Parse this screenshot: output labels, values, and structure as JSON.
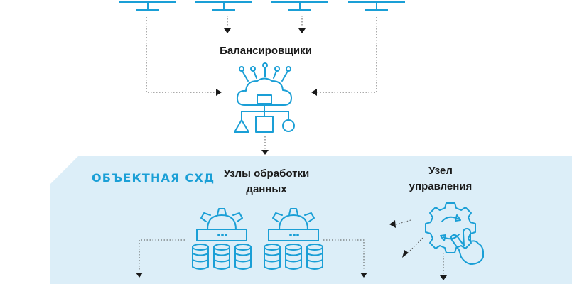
{
  "labels": {
    "balancers": "Балансировщики",
    "storage_title": "ОБЪЕКТНАЯ СХД",
    "data_nodes_line1": "Узлы обработки",
    "data_nodes_line2": "данных",
    "control_node_line1": "Узел",
    "control_node_line2": "управления"
  },
  "icons": {
    "monitors": [
      "monitor-icon",
      "monitor-icon",
      "monitor-icon",
      "monitor-icon"
    ],
    "balancer": "cloud-network-icon",
    "servers": [
      "server-storage-icon",
      "server-storage-icon"
    ],
    "control": "gear-touch-icon"
  },
  "colors": {
    "accent": "#1a9fd6",
    "storage_bg": "#dceef8",
    "text": "#1a1a1a",
    "connector": "#555555"
  }
}
